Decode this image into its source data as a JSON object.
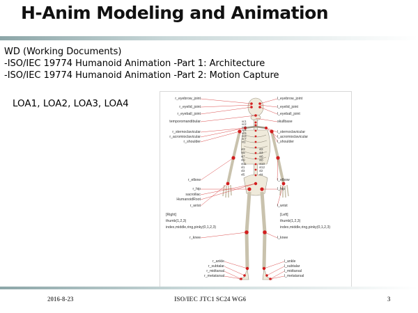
{
  "slide": {
    "title": "H-Anim Modeling and Animation",
    "body_lines": [
      "WD (Working Documents)",
      "-ISO/IEC 19774 Humanoid Animation -Part 1: Architecture",
      "-ISO/IEC 19774 Humanoid Animation -Part 2: Motion Capture"
    ],
    "loa": "LOA1, LOA2, LOA3, LOA4"
  },
  "figure": {
    "labels_left": [
      "r_eyebrow_joint",
      "r_eyelid_joint",
      "r_eyeball_joint",
      "temporomandibular",
      "r_sternoclavicular",
      "r_acromioclavicular",
      "r_shoulder",
      "r_elbow",
      "r_hip",
      "sacroiliac",
      "HumanoidRoot",
      "r_wrist",
      "[Right]",
      "thumb(1,2,3)",
      "index,middle,ring,pinky(0,1,2,3)",
      "r_knee",
      "r_ankle",
      "r_subtalar",
      "r_midtarsal",
      "r_metatarsal"
    ],
    "labels_right": [
      "l_eyebrow_joint",
      "l_eyelid_joint",
      "l_eyeball_joint",
      "skullbase",
      "l_sternoclavicular",
      "l_acromioclavicular",
      "l_shoulder",
      "l_elbow",
      "l_hip",
      "l_wrist",
      "[Left]",
      "thumb(1,2,3)",
      "index,middle,ring,pinky(0,1,2,3)",
      "l_knee",
      "l_ankle",
      "l_subtalar",
      "l_midtarsal",
      "l_metatarsal"
    ],
    "spine_labels_upper": [
      "vc1",
      "vc2",
      "vc3",
      "vc4",
      "vc5",
      "vc6",
      "vc7",
      "vt1"
    ],
    "spine_labels_lower": [
      "vt2",
      "vt3",
      "vt4",
      "vt5",
      "vt6",
      "vt7",
      "vt8",
      "vt9",
      "vt10",
      "vt11",
      "vt12",
      "vl1",
      "vl2",
      "vl3",
      "vl4",
      "vl5"
    ]
  },
  "footer": {
    "date": "2016-8-23",
    "center": "ISO/IEC JTC1 SC24 WG6",
    "page": "3"
  },
  "colors": {
    "title_rule": "#8ca6a8",
    "joint": "#d21e1e",
    "bone": "#efeadb"
  }
}
